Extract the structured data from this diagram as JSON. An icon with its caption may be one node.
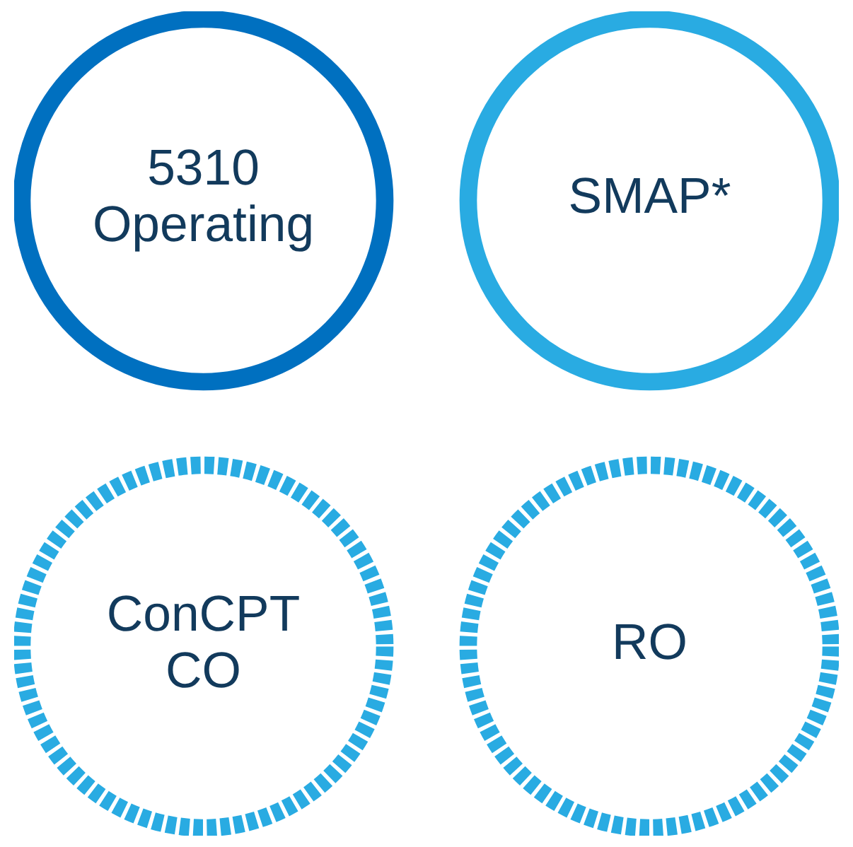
{
  "diagram": {
    "nodes": [
      {
        "text": [
          "5310 Operating"
        ]
      },
      {
        "text": [
          "SMAP*"
        ]
      },
      {
        "text": [
          "ConCPT CO"
        ]
      },
      {
        "text": [
          "RO"
        ]
      }
    ]
  }
}
